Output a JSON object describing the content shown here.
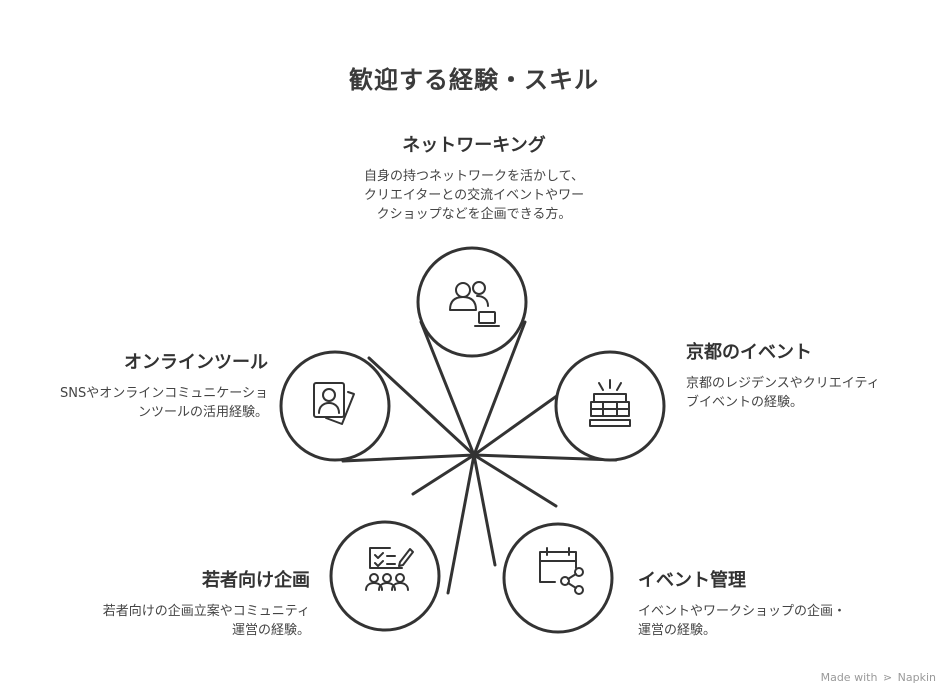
{
  "title": "歓迎する経験・スキル",
  "items": [
    {
      "heading": "ネットワーキング",
      "description": "自身の持つネットワークを活かして、クリエイターとの交流イベントやワークショップなどを企画できる方。",
      "icon": "networking-users-laptop-icon"
    },
    {
      "heading": "京都のイベント",
      "description": "京都のレジデンスやクリエイティブイベントの経験。",
      "icon": "event-venue-icon"
    },
    {
      "heading": "イベント管理",
      "description": "イベントやワークショップの企画・運営の経験。",
      "icon": "calendar-share-icon"
    },
    {
      "heading": "若者向け企画",
      "description": "若者向けの企画立案やコミュニティ運営の経験。",
      "icon": "checklist-group-icon"
    },
    {
      "heading": "オンラインツール",
      "description": "SNSやオンラインコミュニケーションツールの活用経験。",
      "icon": "profile-cards-icon"
    }
  ],
  "watermark": {
    "made_with": "Made with",
    "brand": "Napkin"
  },
  "colors": {
    "stroke": "#333333",
    "text": "#333333",
    "background": "#ffffff"
  }
}
